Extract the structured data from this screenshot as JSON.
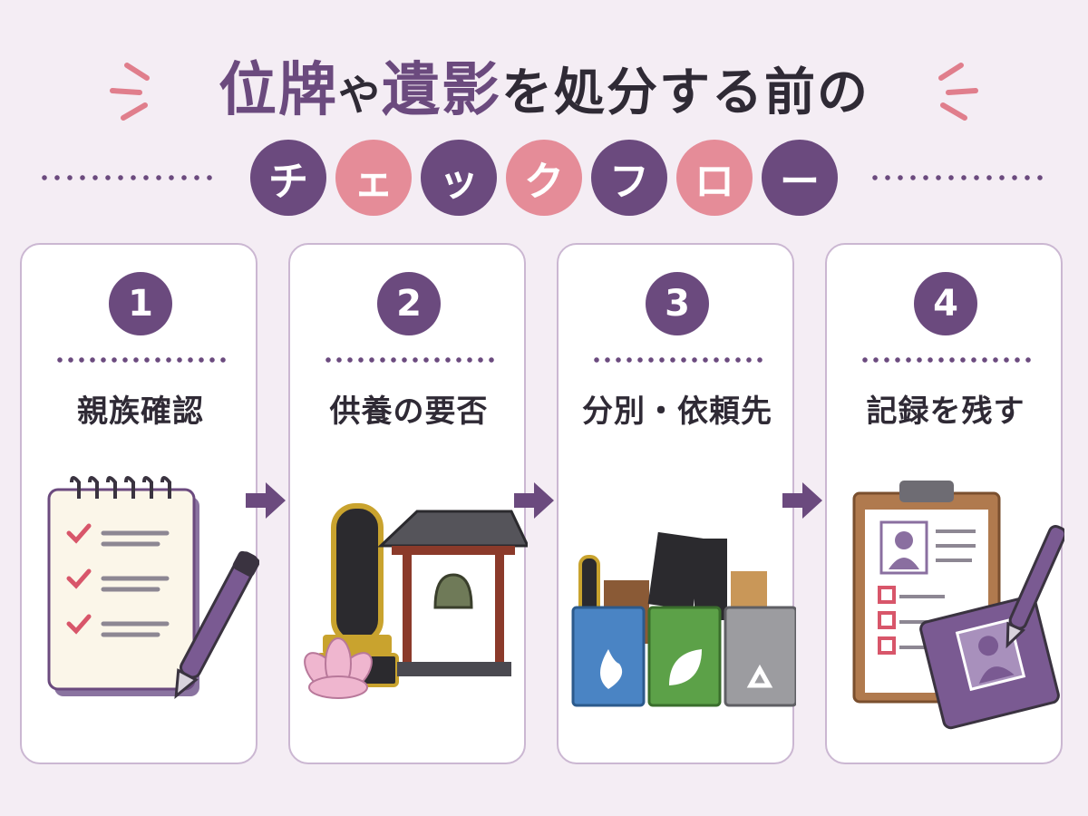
{
  "title": {
    "part1": "位牌",
    "part2": "や",
    "part3": "遺影",
    "part4": "を処分する前の"
  },
  "subtitle_chars": [
    "チ",
    "ェ",
    "ッ",
    "ク",
    "フ",
    "ロ",
    "ー"
  ],
  "steps": [
    {
      "number": "1",
      "label": "親族確認",
      "icon": "checklist-notebook-icon"
    },
    {
      "number": "2",
      "label": "供養の要否",
      "icon": "memorial-tablet-bell-icon"
    },
    {
      "number": "3",
      "label": "分別・依頼先",
      "icon": "sorting-bins-icon"
    },
    {
      "number": "4",
      "label": "記録を残す",
      "icon": "clipboard-album-icon"
    }
  ],
  "colors": {
    "accent_purple": "#6b4a7e",
    "accent_pink": "#e58c98",
    "background": "#f4edf4"
  }
}
